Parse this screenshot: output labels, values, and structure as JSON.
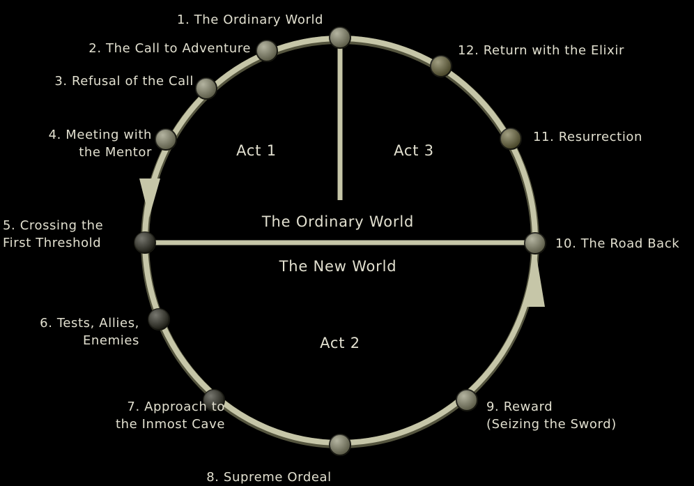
{
  "colors": {
    "background": "#000000",
    "ring": "#c6c6a8",
    "text": "#e2e0d0",
    "node_light": "#8c8c6e",
    "node_dark": "#2e2e22",
    "node_olive": "#6e6a3e"
  },
  "stages": [
    {
      "id": 1,
      "lines": [
        "1. The Ordinary World"
      ],
      "tone": "light"
    },
    {
      "id": 2,
      "lines": [
        "2. The Call to Adventure"
      ],
      "tone": "light"
    },
    {
      "id": 3,
      "lines": [
        "3. Refusal of the Call"
      ],
      "tone": "light"
    },
    {
      "id": 4,
      "lines": [
        "4. Meeting with",
        "the Mentor"
      ],
      "tone": "light"
    },
    {
      "id": 5,
      "lines": [
        "5. Crossing the",
        "First Threshold"
      ],
      "tone": "dark"
    },
    {
      "id": 6,
      "lines": [
        "6. Tests, Allies,",
        "Enemies"
      ],
      "tone": "dark"
    },
    {
      "id": 7,
      "lines": [
        "7. Approach to",
        "the Inmost Cave"
      ],
      "tone": "dark"
    },
    {
      "id": 8,
      "lines": [
        "8. Supreme Ordeal"
      ],
      "tone": "light"
    },
    {
      "id": 9,
      "lines": [
        "9. Reward",
        "(Seizing the Sword)"
      ],
      "tone": "light"
    },
    {
      "id": 10,
      "lines": [
        "10. The Road Back"
      ],
      "tone": "light"
    },
    {
      "id": 11,
      "lines": [
        "11. Resurrection"
      ],
      "tone": "olive"
    },
    {
      "id": 12,
      "lines": [
        "12. Return with the Elixir"
      ],
      "tone": "olive"
    }
  ],
  "areas": {
    "act1": "Act 1",
    "act2": "Act 2",
    "act3": "Act 3",
    "ordinary_world": "The Ordinary World",
    "new_world": "The New World"
  }
}
